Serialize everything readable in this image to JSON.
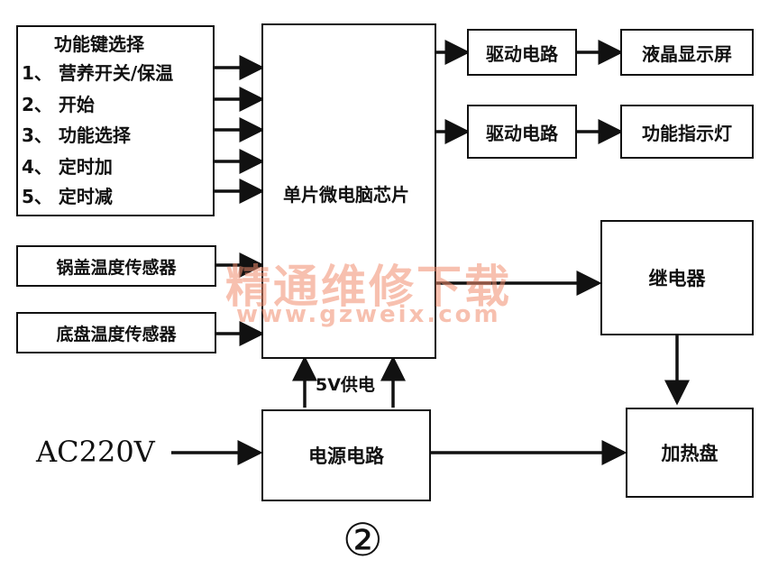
{
  "keys": {
    "title": "功能键选择",
    "items": [
      "1、 营养开关/保温",
      "2、 开始",
      "3、 功能选择",
      "4、 定时加",
      "5、 定时减"
    ]
  },
  "sensors": {
    "lid": "锅盖温度传感器",
    "base": "底盘温度传感器"
  },
  "mcu": "单片微电脑芯片",
  "drivers": {
    "drive1": "驱动电路",
    "lcd": "液晶显示屏",
    "drive2": "驱动电路",
    "indicator": "功能指示灯"
  },
  "relay": "继电器",
  "power": {
    "circuit": "电源电路",
    "supply": "5V供电",
    "input": "AC220V"
  },
  "heater": "加热盘",
  "figure_number": "②",
  "watermark": {
    "cn": "精通维修下载",
    "url": "www.gzweix.com"
  }
}
